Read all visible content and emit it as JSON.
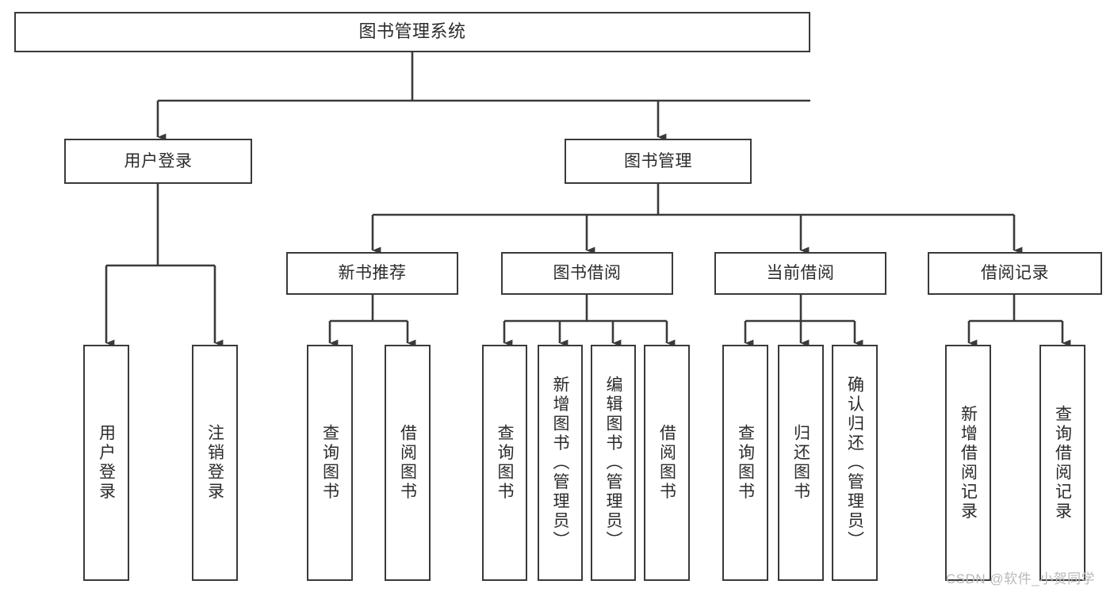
{
  "diagram": {
    "title": "图书管理系统",
    "type": "tree-hierarchy",
    "orientation": "top-down",
    "stroke_color": "#3a3a3a",
    "fill_color": "#ffffff",
    "text_color": "#2b2b2b"
  },
  "nodes": {
    "root": {
      "label": "图书管理系统",
      "level": 1
    },
    "level2": [
      {
        "id": "user-login",
        "label": "用户登录"
      },
      {
        "id": "book-manage",
        "label": "图书管理"
      }
    ],
    "level3": [
      {
        "id": "new-book-recommend",
        "label": "新书推荐",
        "parent": "book-manage"
      },
      {
        "id": "book-borrow",
        "label": "图书借阅",
        "parent": "book-manage"
      },
      {
        "id": "current-borrow",
        "label": "当前借阅",
        "parent": "book-manage"
      },
      {
        "id": "borrow-record",
        "label": "借阅记录",
        "parent": "book-manage"
      }
    ],
    "leaves": {
      "user-login": [
        {
          "id": "leaf-user-login",
          "label": "用户登录"
        },
        {
          "id": "leaf-user-logout",
          "label": "注销登录"
        }
      ],
      "new-book-recommend": [
        {
          "id": "leaf-query-book-1",
          "label": "查询图书"
        },
        {
          "id": "leaf-borrow-book-1",
          "label": "借阅图书"
        }
      ],
      "book-borrow": [
        {
          "id": "leaf-query-book-2",
          "label": "查询图书"
        },
        {
          "id": "leaf-add-book",
          "label": "新增图书（管理员）"
        },
        {
          "id": "leaf-edit-book",
          "label": "编辑图书（管理员）"
        },
        {
          "id": "leaf-borrow-book-2",
          "label": "借阅图书"
        }
      ],
      "current-borrow": [
        {
          "id": "leaf-query-book-3",
          "label": "查询图书"
        },
        {
          "id": "leaf-return-book",
          "label": "归还图书"
        },
        {
          "id": "leaf-confirm-return",
          "label": "确认归还（管理员）"
        }
      ],
      "borrow-record": [
        {
          "id": "leaf-add-record",
          "label": "新增借阅记录"
        },
        {
          "id": "leaf-query-record",
          "label": "查询借阅记录"
        }
      ]
    }
  },
  "watermark": {
    "text": "CSDN @软件_小贺同学"
  }
}
